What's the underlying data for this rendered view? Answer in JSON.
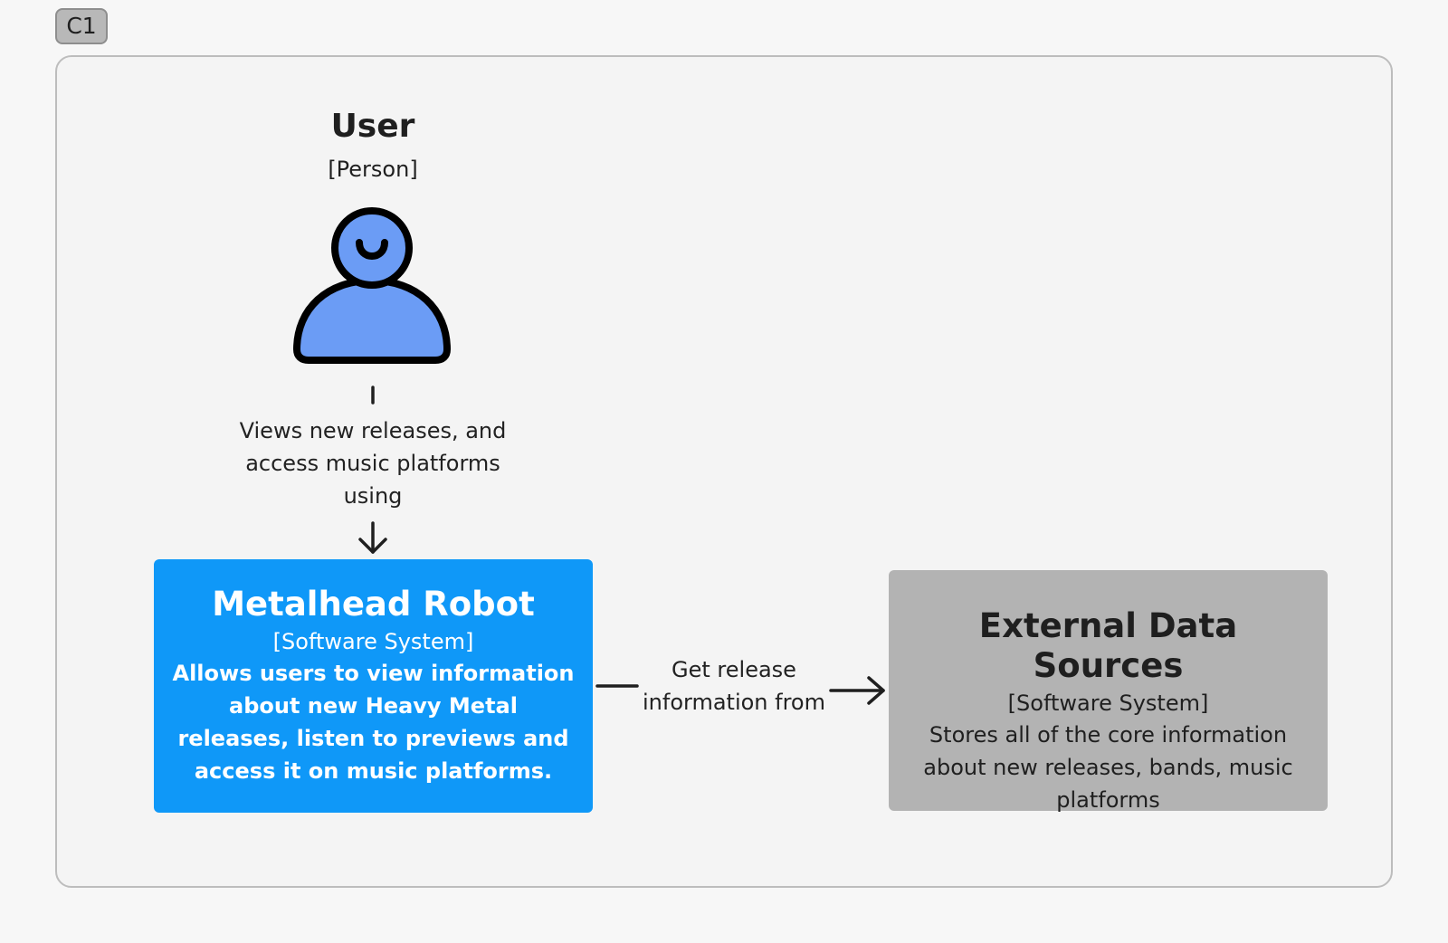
{
  "frame": {
    "tag": "C1"
  },
  "person": {
    "name": "User",
    "type": "[Person]",
    "icon": "person-icon",
    "colors": {
      "fill": "#6b9cf5",
      "stroke": "#000000"
    }
  },
  "relationships": {
    "user_to_system": "Views new releases, and access music platforms using",
    "system_to_external": "Get release information from"
  },
  "systems": {
    "main": {
      "title": "Metalhead Robot",
      "type": "[Software System]",
      "description": "Allows users to view information about new Heavy Metal releases, listen to previews and access it on music platforms.",
      "color": "#0f98f8"
    },
    "external": {
      "title": "External Data Sources",
      "type": "[Software System]",
      "description": "Stores all of the core information about new releases, bands, music platforms",
      "color": "#b3b3b3"
    }
  }
}
